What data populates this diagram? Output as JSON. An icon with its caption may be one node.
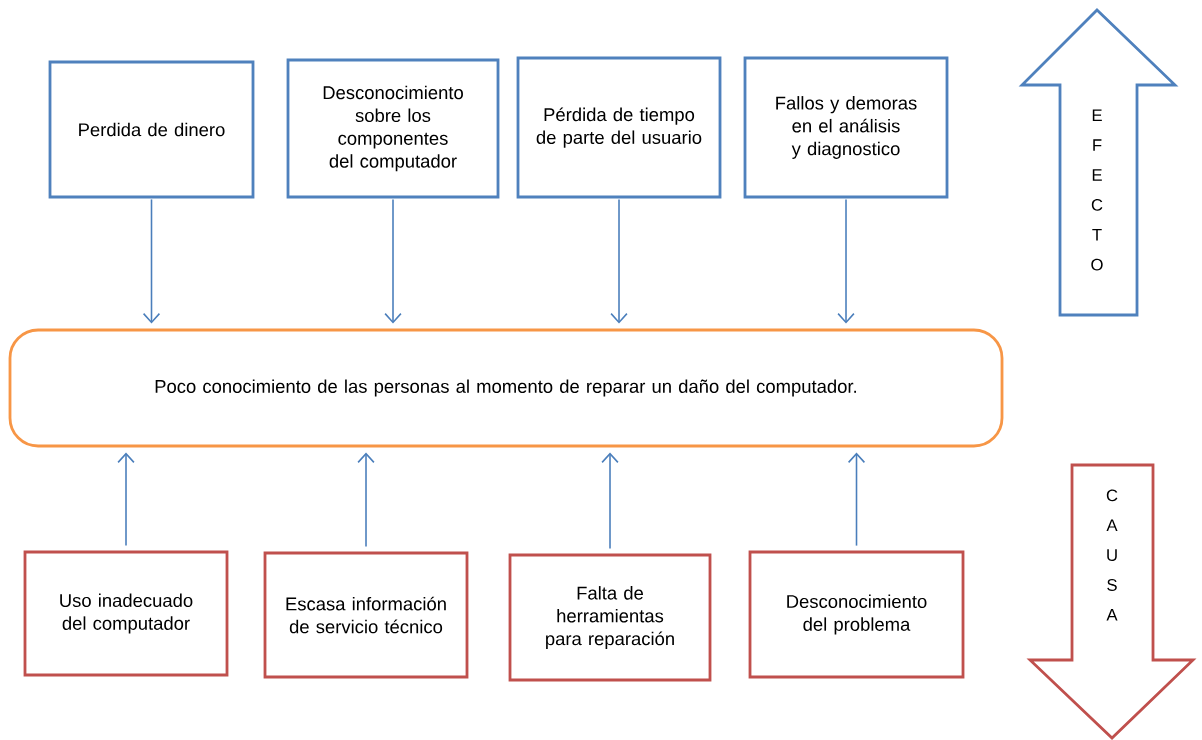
{
  "diagram": {
    "nodes": [
      {
        "text": [
          "Perdida de dinero"
        ]
      },
      {
        "text": [
          "Desconocimiento sobre los componentes del computador"
        ]
      },
      {
        "text": [
          "Pérdida de tiempo de parte del usuario"
        ]
      },
      {
        "text": [
          "Fallos y demoras en el análisis y diagnostico"
        ]
      },
      {
        "text": [
          "Poco conocimiento de las personas al momento de reparar un daño del computador."
        ]
      },
      {
        "text": [
          "Uso inadecuado del computador"
        ]
      },
      {
        "text": [
          "Escasa información de servicio técnico"
        ]
      },
      {
        "text": [
          "Falta de herramientas para reparación"
        ]
      },
      {
        "text": [
          "Desconocimiento del problema"
        ]
      },
      {
        "text": [
          "E F E C T O"
        ]
      },
      {
        "text": [
          "C A U S A"
        ]
      }
    ],
    "edges": [
      {
        "from": 0,
        "to": 4,
        "arrow": "to"
      },
      {
        "from": 1,
        "to": 4,
        "arrow": "to"
      },
      {
        "from": 2,
        "to": 4,
        "arrow": "to"
      },
      {
        "from": 3,
        "to": 4,
        "arrow": "to"
      },
      {
        "from": 5,
        "to": 4,
        "arrow": "to"
      },
      {
        "from": 6,
        "to": 4,
        "arrow": "to"
      },
      {
        "from": 7,
        "to": 4,
        "arrow": "to"
      },
      {
        "from": 8,
        "to": 4,
        "arrow": "to"
      }
    ]
  }
}
